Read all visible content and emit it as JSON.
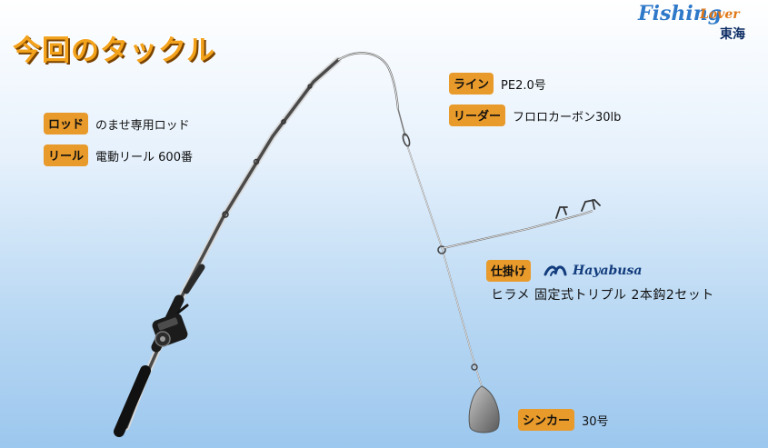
{
  "title": "今回のタックル",
  "logo": {
    "main": "Fishing",
    "sub_word": "Lover",
    "region": "東海"
  },
  "tackle": {
    "rod": {
      "label": "ロッド",
      "value": "のませ専用ロッド"
    },
    "reel": {
      "label": "リール",
      "value": "電動リール 600番"
    },
    "line": {
      "label": "ライン",
      "value": "PE2.0号"
    },
    "leader": {
      "label": "リーダー",
      "value": "フロロカーボン30lb"
    },
    "rig": {
      "label": "仕掛け",
      "brand": "Hayabusa",
      "value": "ヒラメ 固定式トリプル 2本鈎2セット"
    },
    "sinker": {
      "label": "シンカー",
      "value": "30号"
    }
  },
  "colors": {
    "badge": "#e89a2a",
    "title": "#f3a21c",
    "brand": "#123c7c",
    "background_bottom": "#9cc7ee"
  },
  "icons": [
    "fishing-rod-icon",
    "reel-icon",
    "swivel-icon",
    "hook-icon",
    "sinker-icon",
    "hayabusa-logo-icon"
  ]
}
